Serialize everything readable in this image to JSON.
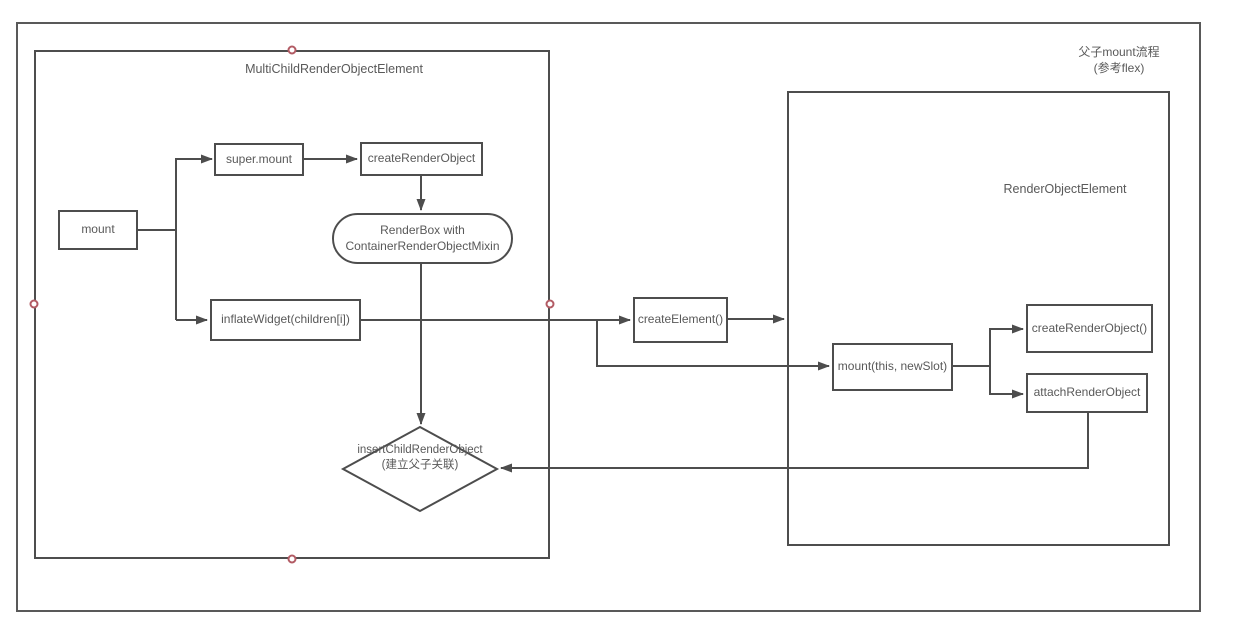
{
  "page_annotation": {
    "line1": "父子mount流程",
    "line2": "(参考flex)"
  },
  "groups": {
    "multi_child": {
      "label": "MultiChildRenderObjectElement"
    },
    "render_object": {
      "label": "RenderObjectElement"
    }
  },
  "nodes": {
    "mount": {
      "label": "mount"
    },
    "super_mount": {
      "label": "super.mount"
    },
    "create_render_object": {
      "label": "createRenderObject"
    },
    "render_box": {
      "line1": "RenderBox with",
      "line2": "ContainerRenderObjectMixin"
    },
    "inflate_widget": {
      "label": "inflateWidget(children[i])"
    },
    "insert_child_render_object": {
      "line1": "insertChildRenderObject",
      "line2": "(建立父子关联)"
    },
    "create_element": {
      "label": "createElement()"
    },
    "mount_this_new_slot": {
      "label": "mount(this, newSlot)"
    },
    "create_render_object_call": {
      "label": "createRenderObject()"
    },
    "attach_render_object": {
      "label": "attachRenderObject"
    }
  },
  "colors": {
    "stroke": "#4d4d4d",
    "outer_border": "#595959",
    "text": "#595959",
    "selection_handle_outline": "#b25b64",
    "background": "#ffffff"
  },
  "icons": {
    "selection_handle": "selection-handle-circle",
    "arrowhead": "solid-triangle"
  }
}
